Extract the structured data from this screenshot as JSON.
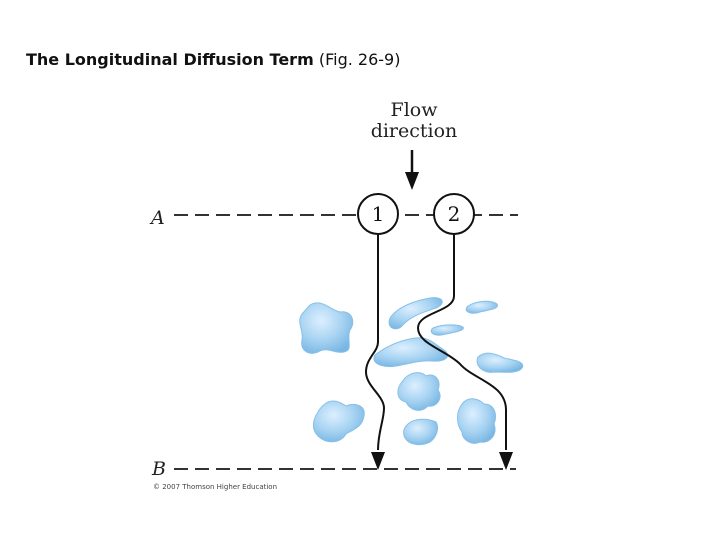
{
  "title": {
    "main": "The Longitudinal Diffusion Term",
    "ref": "(Fig. 26-9)"
  },
  "diagram": {
    "flow_label_line1": "Flow",
    "flow_label_line2": "direction",
    "line_a_label": "A",
    "line_b_label": "B",
    "path_1_label": "1",
    "path_2_label": "2",
    "copyright": "© 2007 Thomson Higher Education",
    "particle_color": "#a9d4f2",
    "particle_edge": "#7fbbe6"
  }
}
